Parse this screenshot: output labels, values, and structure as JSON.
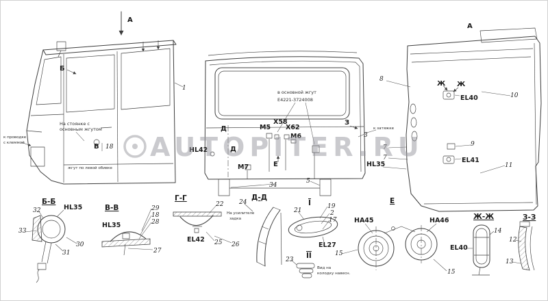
{
  "watermark": {
    "text": "AUTOPITER.RU"
  },
  "view_labels": {
    "arrow_a_top": "А",
    "arrow_a_right": "А",
    "mark_b": "Б",
    "mark_v": "В",
    "mark_d1": "Д",
    "mark_d2": "Д",
    "mark_e": "Е",
    "mark_z": "З",
    "mark_zh1": "Ж",
    "mark_zh2": "Ж"
  },
  "sections": {
    "bb": "Б-Б",
    "vv": "В-В",
    "gg": "Г-Г",
    "dd": "Д-Д",
    "e": "Е",
    "zhzh": "Ж-Ж",
    "zz": "З-З",
    "roman_i": "I",
    "roman_ii": "II"
  },
  "components": {
    "hl35_bb": "HL35",
    "hl35_vv": "HL35",
    "hl35_main": "HL35",
    "el40_main": "EL40",
    "el40_zh": "EL40",
    "el41": "EL41",
    "el42": "EL42",
    "el27": "EL27",
    "ha45": "НА45",
    "ha46": "НА46",
    "hl42": "HL42",
    "m5": "М5",
    "m6": "М6",
    "m7": "М7",
    "x58": "X58",
    "x62": "X62"
  },
  "annotations": {
    "harness_line1": "в основной жгут",
    "harness_line2": "Е4221-3724008",
    "note_stand1": "На стоянке с",
    "note_stand2": "основным жгутом",
    "note_term1": "к проводке",
    "note_term2": "с клеммой",
    "note_trim": "жгут по левой обивке",
    "note_clamp": "к затяжке",
    "note_dd1": "На усилителе",
    "note_dd2": "задка",
    "note_ii1": "Вид на",
    "note_ii2": "колодку навесн."
  },
  "callouts": {
    "c1": "1",
    "c2": "2",
    "c3": "3",
    "c5": "5",
    "c7a": "7",
    "c7b": "7",
    "c8": "8",
    "c9": "9",
    "c10": "10",
    "c11": "11",
    "c12": "12",
    "c13": "13",
    "c14": "14",
    "c15a": "15",
    "c15b": "15",
    "c17": "17",
    "c18a": "18",
    "c18b": "18",
    "c19": "19",
    "c21": "21",
    "c22": "22",
    "c23": "23",
    "c24": "24",
    "c25": "25",
    "c26": "26",
    "c27": "27",
    "c28": "28",
    "c29": "29",
    "c30": "30",
    "c31": "31",
    "c32": "32",
    "c33": "33",
    "c34": "34"
  }
}
